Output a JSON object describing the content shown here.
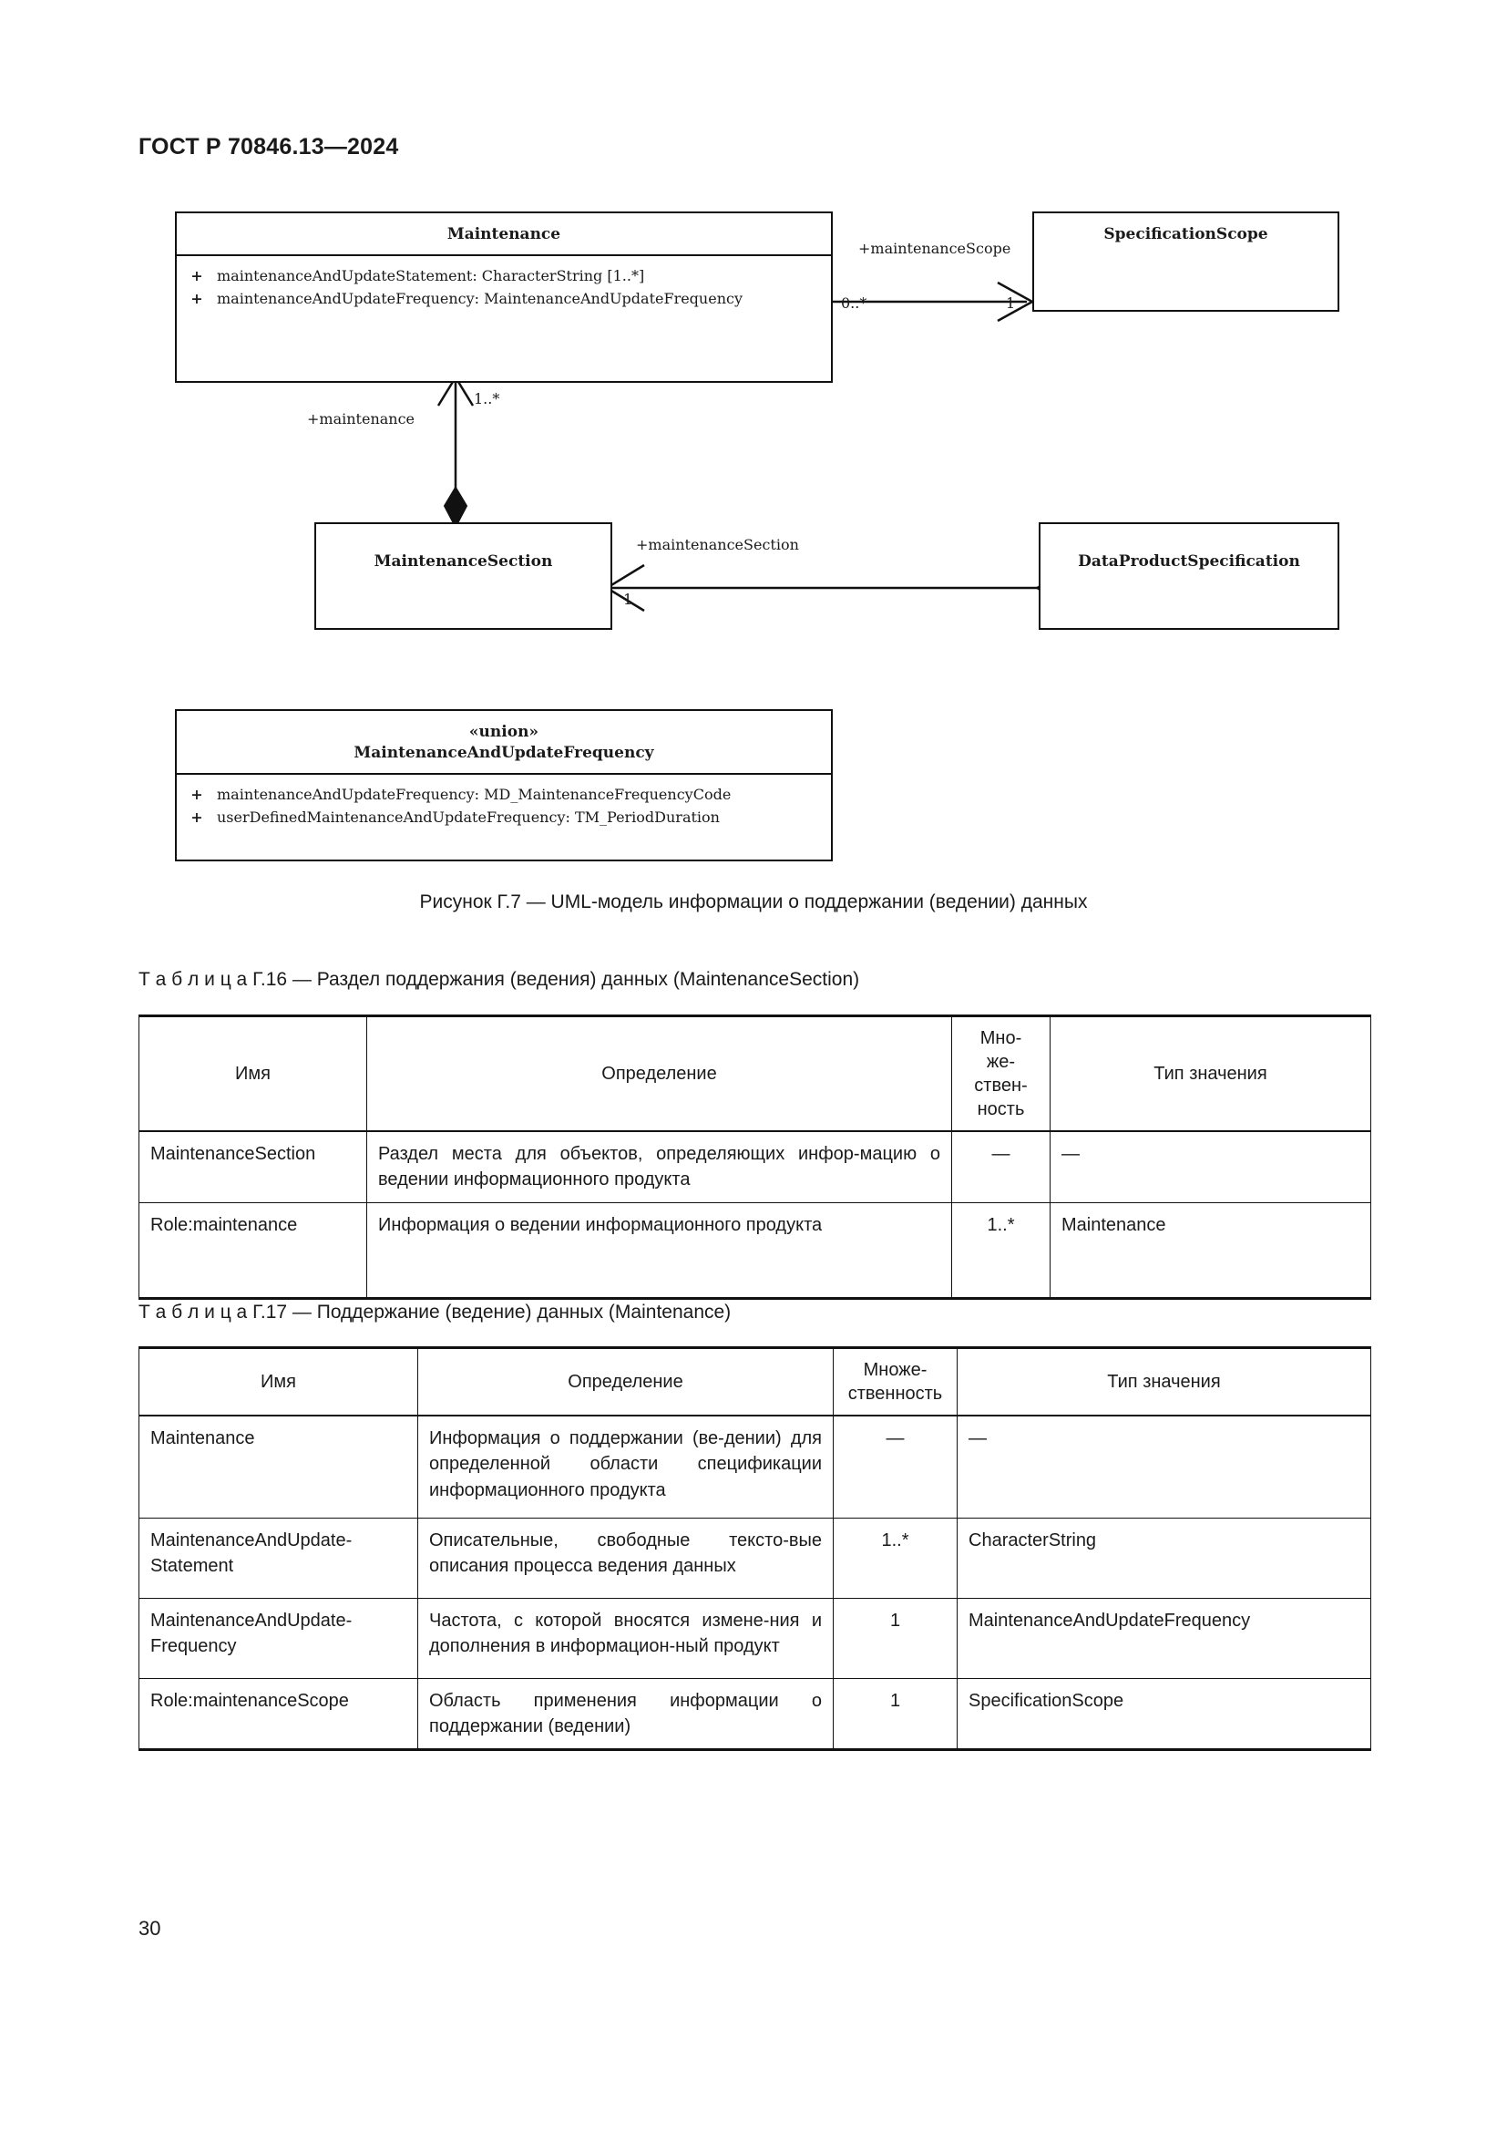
{
  "header": {
    "standard_number": "ГОСТ Р 70846.13—2024"
  },
  "figure": {
    "caption": "Рисунок Г.7 — UML-модель информации о поддержании (ведении) данных",
    "classes": {
      "maintenance": {
        "name": "Maintenance",
        "attributes": [
          {
            "visibility": "+",
            "text": "maintenanceAndUpdateStatement: CharacterString [1..*]"
          },
          {
            "visibility": "+",
            "text": "maintenanceAndUpdateFrequency: MaintenanceAndUpdateFrequency"
          }
        ]
      },
      "specification_scope": {
        "name": "SpecificationScope"
      },
      "maintenance_section": {
        "name": "MaintenanceSection"
      },
      "data_product_specification": {
        "name": "DataProductSpecification"
      },
      "maintenance_and_update_frequency": {
        "stereotype": "«union»",
        "name": "MaintenanceAndUpdateFrequency",
        "attributes": [
          {
            "visibility": "+",
            "text": "maintenanceAndUpdateFrequency: MD_MaintenanceFrequencyCode"
          },
          {
            "visibility": "+",
            "text": "userDefinedMaintenanceAndUpdateFrequency: TM_PeriodDuration"
          }
        ]
      }
    },
    "associations": [
      {
        "role": "+maintenanceScope",
        "source_multiplicity": "0..*",
        "target_multiplicity": "1"
      },
      {
        "role": "+maintenance",
        "target_multiplicity": "1..*"
      },
      {
        "role": "+maintenanceSection",
        "target_multiplicity": "1"
      }
    ]
  },
  "table_g16": {
    "caption": "Т а б л и ц а  Г.16 — Раздел поддержания (ведения) данных (MaintenanceSection)",
    "columns": [
      "Имя",
      "Определение",
      "Мно-же-ствен-ность",
      "Тип значения"
    ],
    "column_multiplicity_lines": [
      "Мно-",
      "же-",
      "ствен-",
      "ность"
    ],
    "rows": [
      {
        "name": "MaintenanceSection",
        "definition": "Раздел места для объектов, определяющих инфор-мацию о ведении информационного продукта",
        "multiplicity": "—",
        "type": "—"
      },
      {
        "name": "Role:maintenance",
        "definition": "Информация о ведении информационного продукта",
        "multiplicity": "1..*",
        "type": "Maintenance"
      }
    ]
  },
  "table_g17": {
    "caption": "Т а б л и ц а  Г.17 — Поддержание (ведение) данных (Maintenance)",
    "columns": [
      "Имя",
      "Определение",
      "Множе-ственность",
      "Тип значения"
    ],
    "column_multiplicity_lines": [
      "Множе-",
      "ственность"
    ],
    "rows": [
      {
        "name": "Maintenance",
        "definition": "Информация о поддержании (ве-дении) для определенной области спецификации информационного продукта",
        "multiplicity": "—",
        "type": "—"
      },
      {
        "name": "MaintenanceAndUpdate-Statement",
        "definition": "Описательные, свободные тексто-вые описания процесса ведения данных",
        "multiplicity": "1..*",
        "type": "CharacterString"
      },
      {
        "name": "MaintenanceAndUpdate-Frequency",
        "definition": "Частота, с которой вносятся измене-ния и дополнения в информацион-ный продукт",
        "multiplicity": "1",
        "type": "MaintenanceAndUpdateFrequency"
      },
      {
        "name": "Role:maintenanceScope",
        "definition": "Область применения информации о поддержании (ведении)",
        "multiplicity": "1",
        "type": "SpecificationScope"
      }
    ]
  },
  "footer": {
    "page_number": "30"
  }
}
